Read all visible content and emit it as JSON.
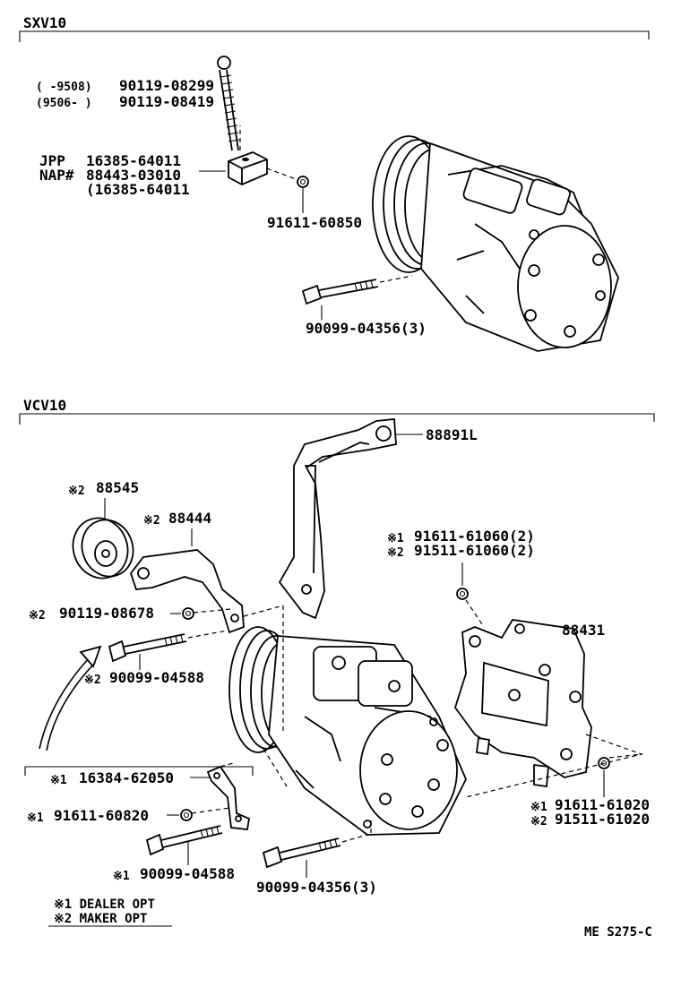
{
  "sections": {
    "top": {
      "title": "SXV10"
    },
    "bottom": {
      "title": "VCV10"
    }
  },
  "top_labels": {
    "bolt_range1": "(     -9508)",
    "bolt_pn1": "90119-08299",
    "bolt_range2": "(9506-     )",
    "bolt_pn2": "90119-08419",
    "jpp_prefix": "JPP",
    "jpp_pn": "16385-64011",
    "nap_prefix": "NAP#",
    "nap_pn": "88443-03010",
    "nap_alt": "(16385-64011",
    "nut_pn": "91611-60850",
    "stud_pn": "90099-04356(3)"
  },
  "bottom_labels": {
    "bracket_top": "88891L",
    "idler_pulley_mark": "※2",
    "idler_pulley": "88545",
    "idler_bracket_mark": "※2",
    "idler_bracket": "88444",
    "nut_mark1": "※1",
    "nut_pn1": "91611-61060(2)",
    "nut_mark2": "※2",
    "nut_pn2": "91511-61060(2)",
    "mount_bracket": "88431",
    "idler_bolt_mark": "※2",
    "idler_bolt": "90119-08678",
    "idler_stud_mark": "※2",
    "idler_stud": "90099-04588",
    "dealer_bracket_mark": "※1",
    "dealer_bracket": "16384-62050",
    "dealer_nut_mark": "※1",
    "dealer_nut": "91611-60820",
    "dealer_stud_mark": "※1",
    "dealer_stud": "90099-04588",
    "comp_stud": "90099-04356(3)",
    "right_nut_mark1": "※1",
    "right_nut_pn1": "91611-61020",
    "right_nut_mark2": "※2",
    "right_nut_pn2": "91511-61020"
  },
  "legend": {
    "line1": "※1 DEALER OPT",
    "line2": "※2 MAKER OPT"
  },
  "footer": {
    "code": "ME  S275-C"
  }
}
